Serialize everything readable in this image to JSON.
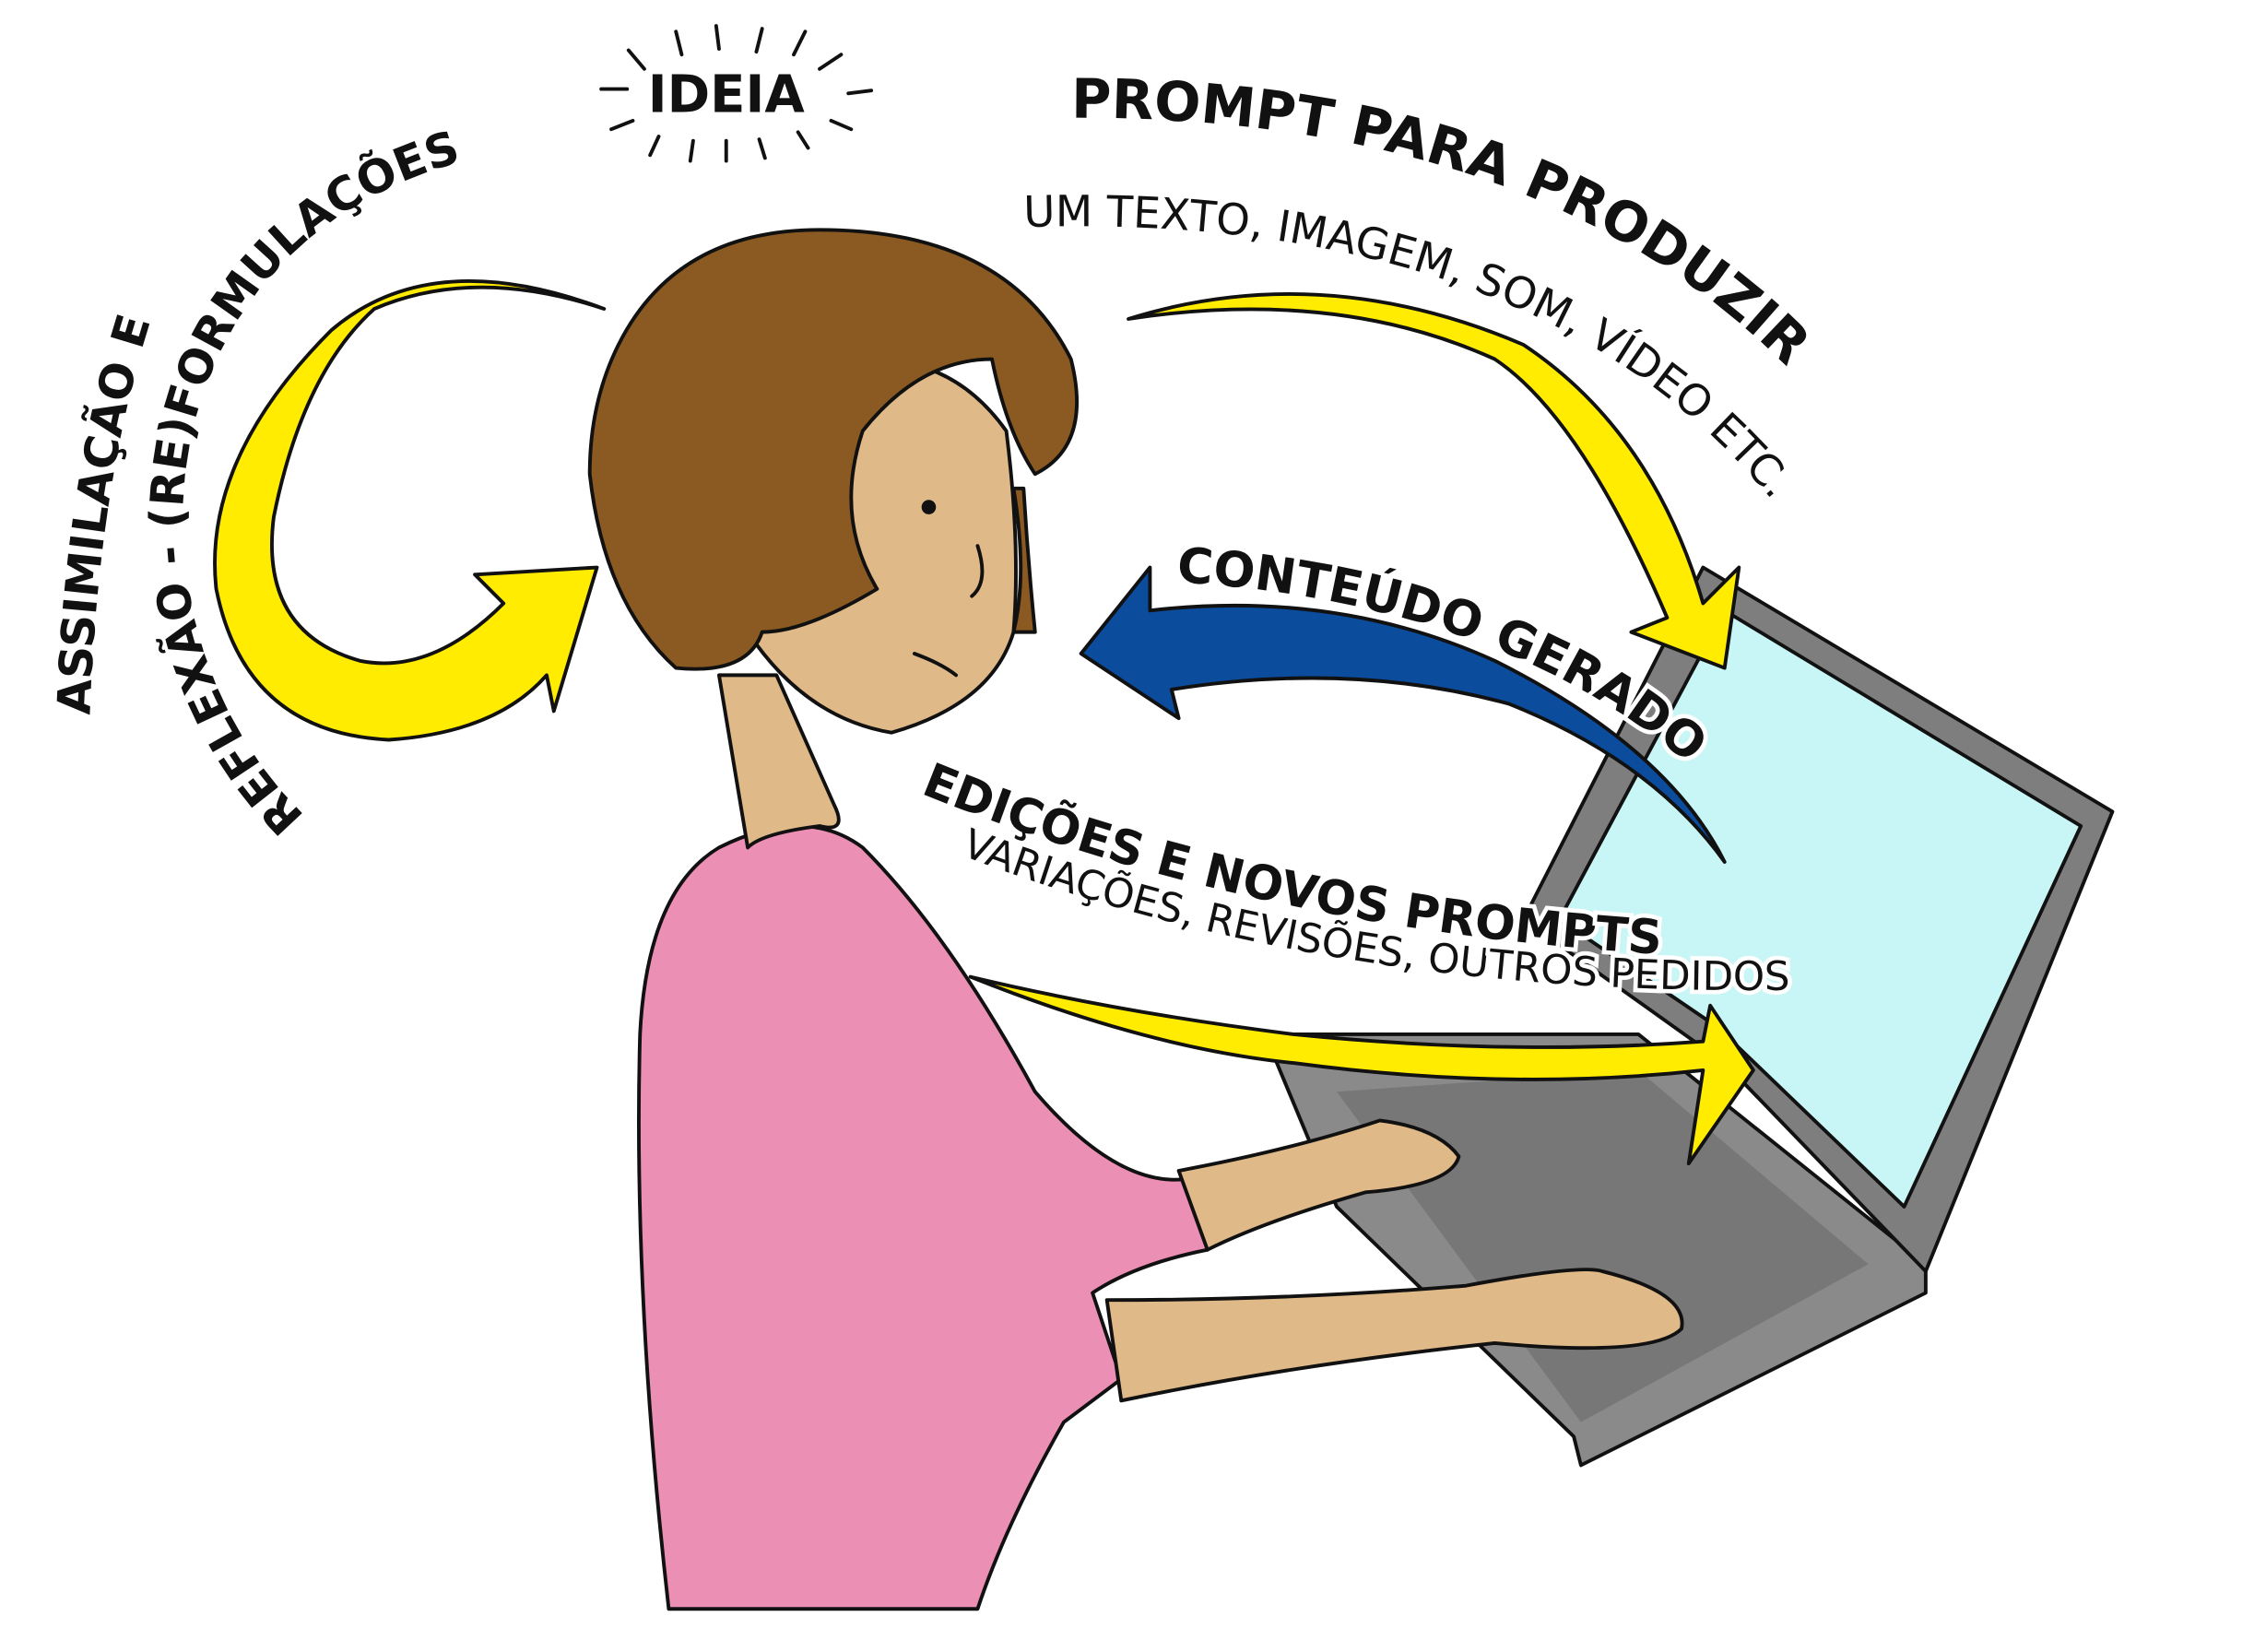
{
  "labels": {
    "idea": "IDEIA",
    "prompt_title": "PROMPT PARA PRODUZIR",
    "prompt_subtitle": "UM TEXTO, IMAGEM, SOM, VÍDEO ETC.",
    "generated": "CONTEÚDO GERADO",
    "edits_title": "EDIÇÕES E NOVOS PROMPTS",
    "edits_subtitle": "VARIAÇÕES, REVISÕES, OUTROS PEDIDOS",
    "assimilation": "ASSIMILAÇÃO E",
    "reflection": "REFLEXÃO - (RE)FORMULAÇÕES"
  },
  "colors": {
    "yellow_arrow": "#ffec00",
    "blue_arrow": "#0b4c9c",
    "hair": "#8a5a22",
    "skin": "#e0b988",
    "shirt": "#ec8fb4",
    "laptop": "#8c8c8c",
    "screen": "#c8f5f5"
  }
}
